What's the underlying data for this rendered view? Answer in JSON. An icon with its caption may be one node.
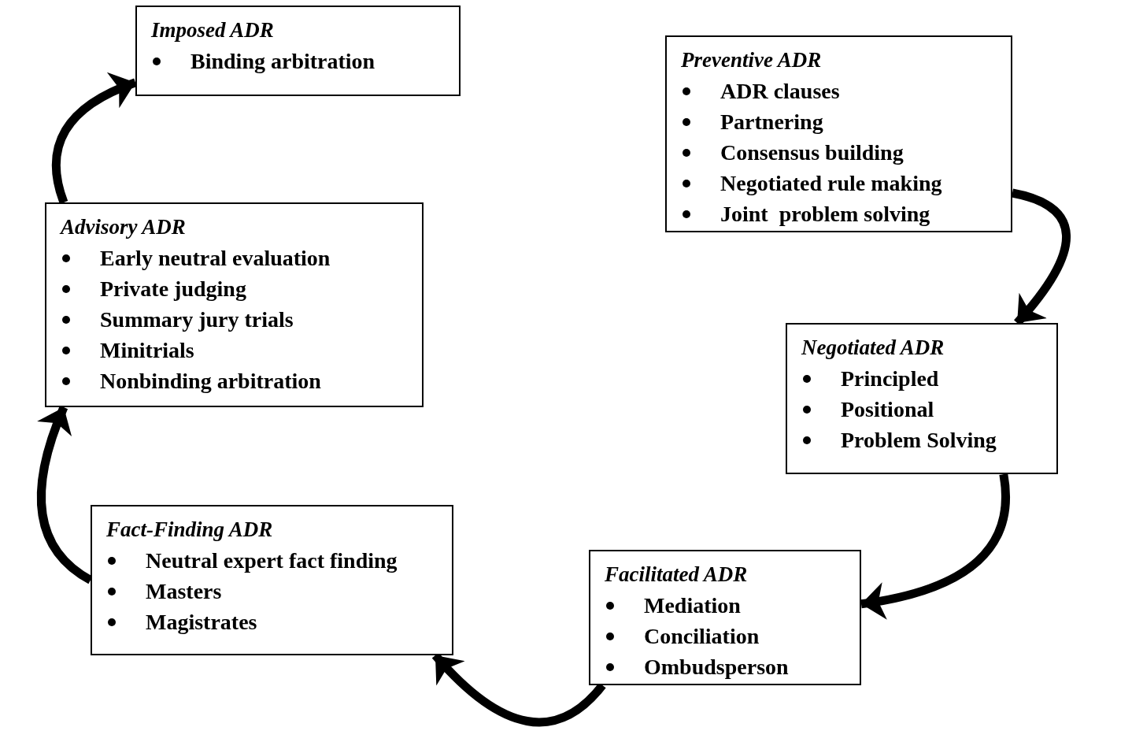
{
  "diagram": {
    "nodes": [
      {
        "text": [
          "Imposed ADR",
          "Binding arbitration"
        ]
      },
      {
        "text": [
          "Preventive ADR",
          "ADR clauses",
          "Partnering",
          "Consensus building",
          "Negotiated rule making",
          "Joint  problem solving"
        ]
      },
      {
        "text": [
          "Advisory ADR",
          "Early neutral evaluation",
          "Private judging",
          "Summary jury trials",
          "Minitrials",
          "Nonbinding arbitration"
        ]
      },
      {
        "text": [
          "Negotiated ADR",
          "Principled",
          "Positional",
          "Problem Solving"
        ]
      },
      {
        "text": [
          "Fact-Finding ADR",
          "Neutral expert fact finding",
          "Masters",
          "Magistrates"
        ]
      },
      {
        "text": [
          "Facilitated ADR",
          "Mediation",
          "Conciliation",
          "Ombudsperson"
        ]
      }
    ],
    "edges": [
      {
        "from": 1,
        "to": 3,
        "arrow": "to"
      },
      {
        "from": 3,
        "to": 5,
        "arrow": "to"
      },
      {
        "from": 5,
        "to": 4,
        "arrow": "to"
      },
      {
        "from": 4,
        "to": 2,
        "arrow": "to"
      },
      {
        "from": 2,
        "to": 0,
        "arrow": "to"
      }
    ]
  }
}
